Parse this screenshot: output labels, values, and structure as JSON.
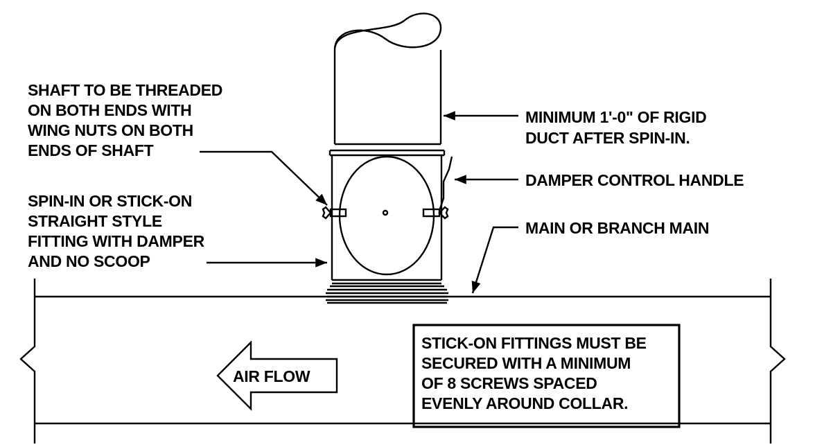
{
  "labels": {
    "shaft_note": [
      "SHAFT TO BE THREADED",
      "ON BOTH ENDS WITH",
      "WING NUTS ON BOTH",
      "ENDS OF SHAFT"
    ],
    "min_duct_note": [
      "MINIMUM 1'-0\" OF RIGID",
      "DUCT AFTER SPIN-IN."
    ],
    "damper_handle": "DAMPER CONTROL HANDLE",
    "fitting_note": [
      "SPIN-IN OR STICK-ON",
      "STRAIGHT STYLE",
      "FITTING  WITH DAMPER",
      "AND NO SCOOP"
    ],
    "main_note": "MAIN OR BRANCH MAIN",
    "air_flow": "AIR FLOW",
    "stick_on_note": [
      "STICK-ON FITTINGS MUST BE",
      "SECURED WITH A MINIMUM",
      "OF 8 SCREWS SPACED",
      "EVENLY AROUND COLLAR."
    ]
  },
  "colors": {
    "ink": "#000000",
    "background": "#ffffff"
  }
}
